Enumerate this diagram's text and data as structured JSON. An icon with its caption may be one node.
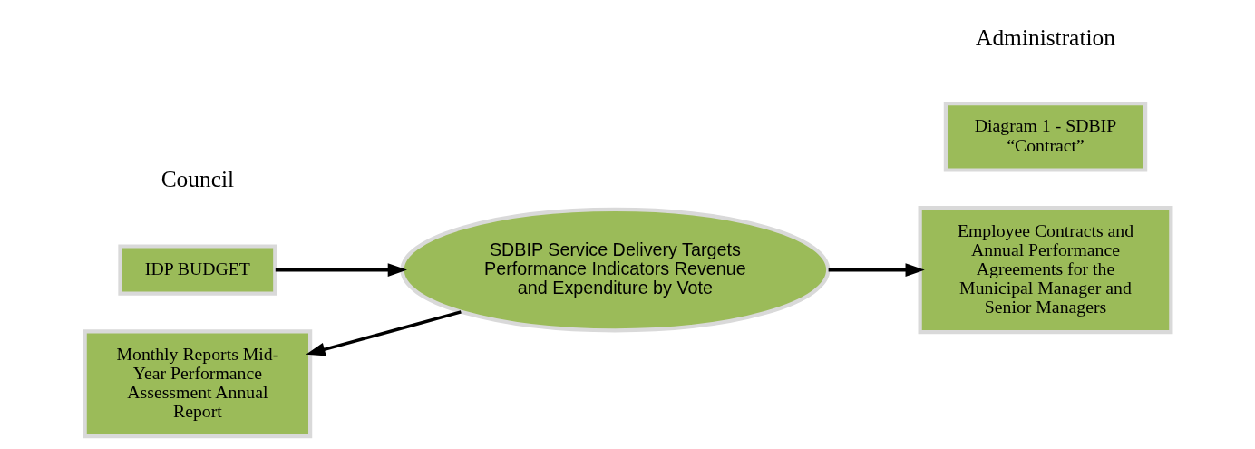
{
  "diagram": {
    "nodes": [
      {
        "text": [
          "IDP BUDGET"
        ]
      },
      {
        "text": [
          "Monthly Reports Mid-Year Performance Assessment Annual Report"
        ]
      },
      {
        "text": [
          "SDBIP Service Delivery Targets Performance Indicators Revenue and Expenditure by Vote"
        ]
      },
      {
        "text": [
          "Employee Contracts and Annual Performance Agreements for the Municipal Manager and Senior Managers"
        ]
      },
      {
        "text": [
          "Diagram 1 - SDBIP “Contract”"
        ]
      }
    ],
    "edges": [
      {
        "from": 0,
        "to": 2,
        "arrow": "to"
      },
      {
        "from": 2,
        "to": 1,
        "arrow": "to"
      },
      {
        "from": 2,
        "to": 3,
        "arrow": "to"
      }
    ],
    "labels": [
      "Council",
      "Administration"
    ]
  }
}
